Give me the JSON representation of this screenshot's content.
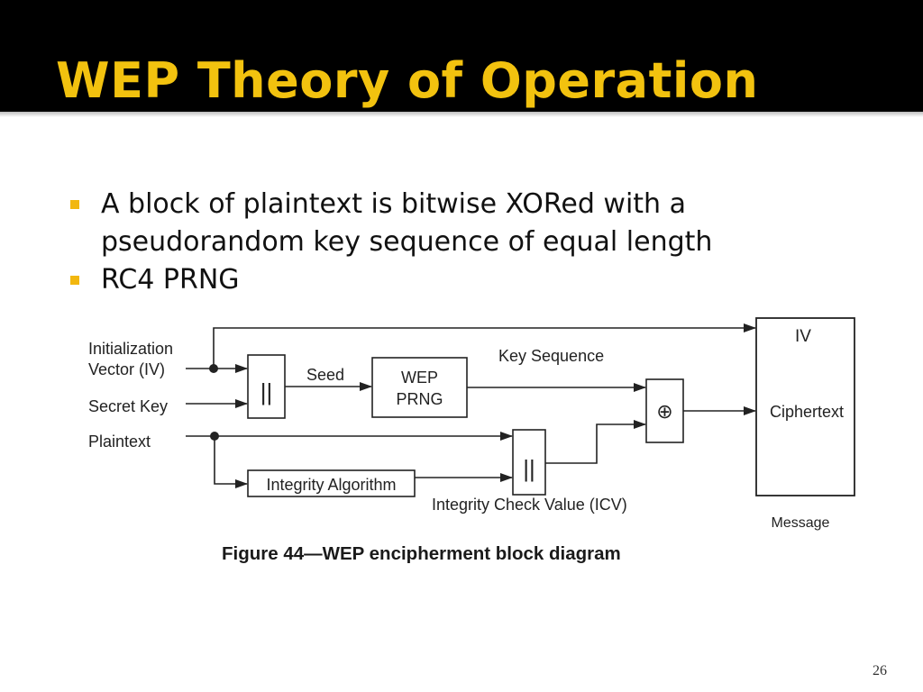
{
  "slide": {
    "title": "WEP Theory of Operation",
    "bullets": [
      "A block of plaintext is bitwise XORed with a pseudorandom key sequence of equal length",
      "RC4 PRNG"
    ],
    "page_number": "26"
  },
  "diagram": {
    "inputs": {
      "iv_line1": "Initialization",
      "iv_line2": "Vector (IV)",
      "secret_key": "Secret Key",
      "plaintext": "Plaintext"
    },
    "labels": {
      "seed": "Seed",
      "key_sequence": "Key Sequence",
      "icv": "Integrity Check Value (ICV)",
      "message": "Message"
    },
    "blocks": {
      "concat_symbol": "||",
      "wep_prng_line1": "WEP",
      "wep_prng_line2": "PRNG",
      "xor_symbol": "⊕",
      "integrity_algorithm": "Integrity Algorithm",
      "output_iv": "IV",
      "output_ciphertext": "Ciphertext"
    },
    "caption": "Figure 44—WEP encipherment block diagram"
  },
  "colors": {
    "title": "#f2c20f",
    "bullet_marker": "#f2b70f",
    "title_bar": "#000000"
  }
}
